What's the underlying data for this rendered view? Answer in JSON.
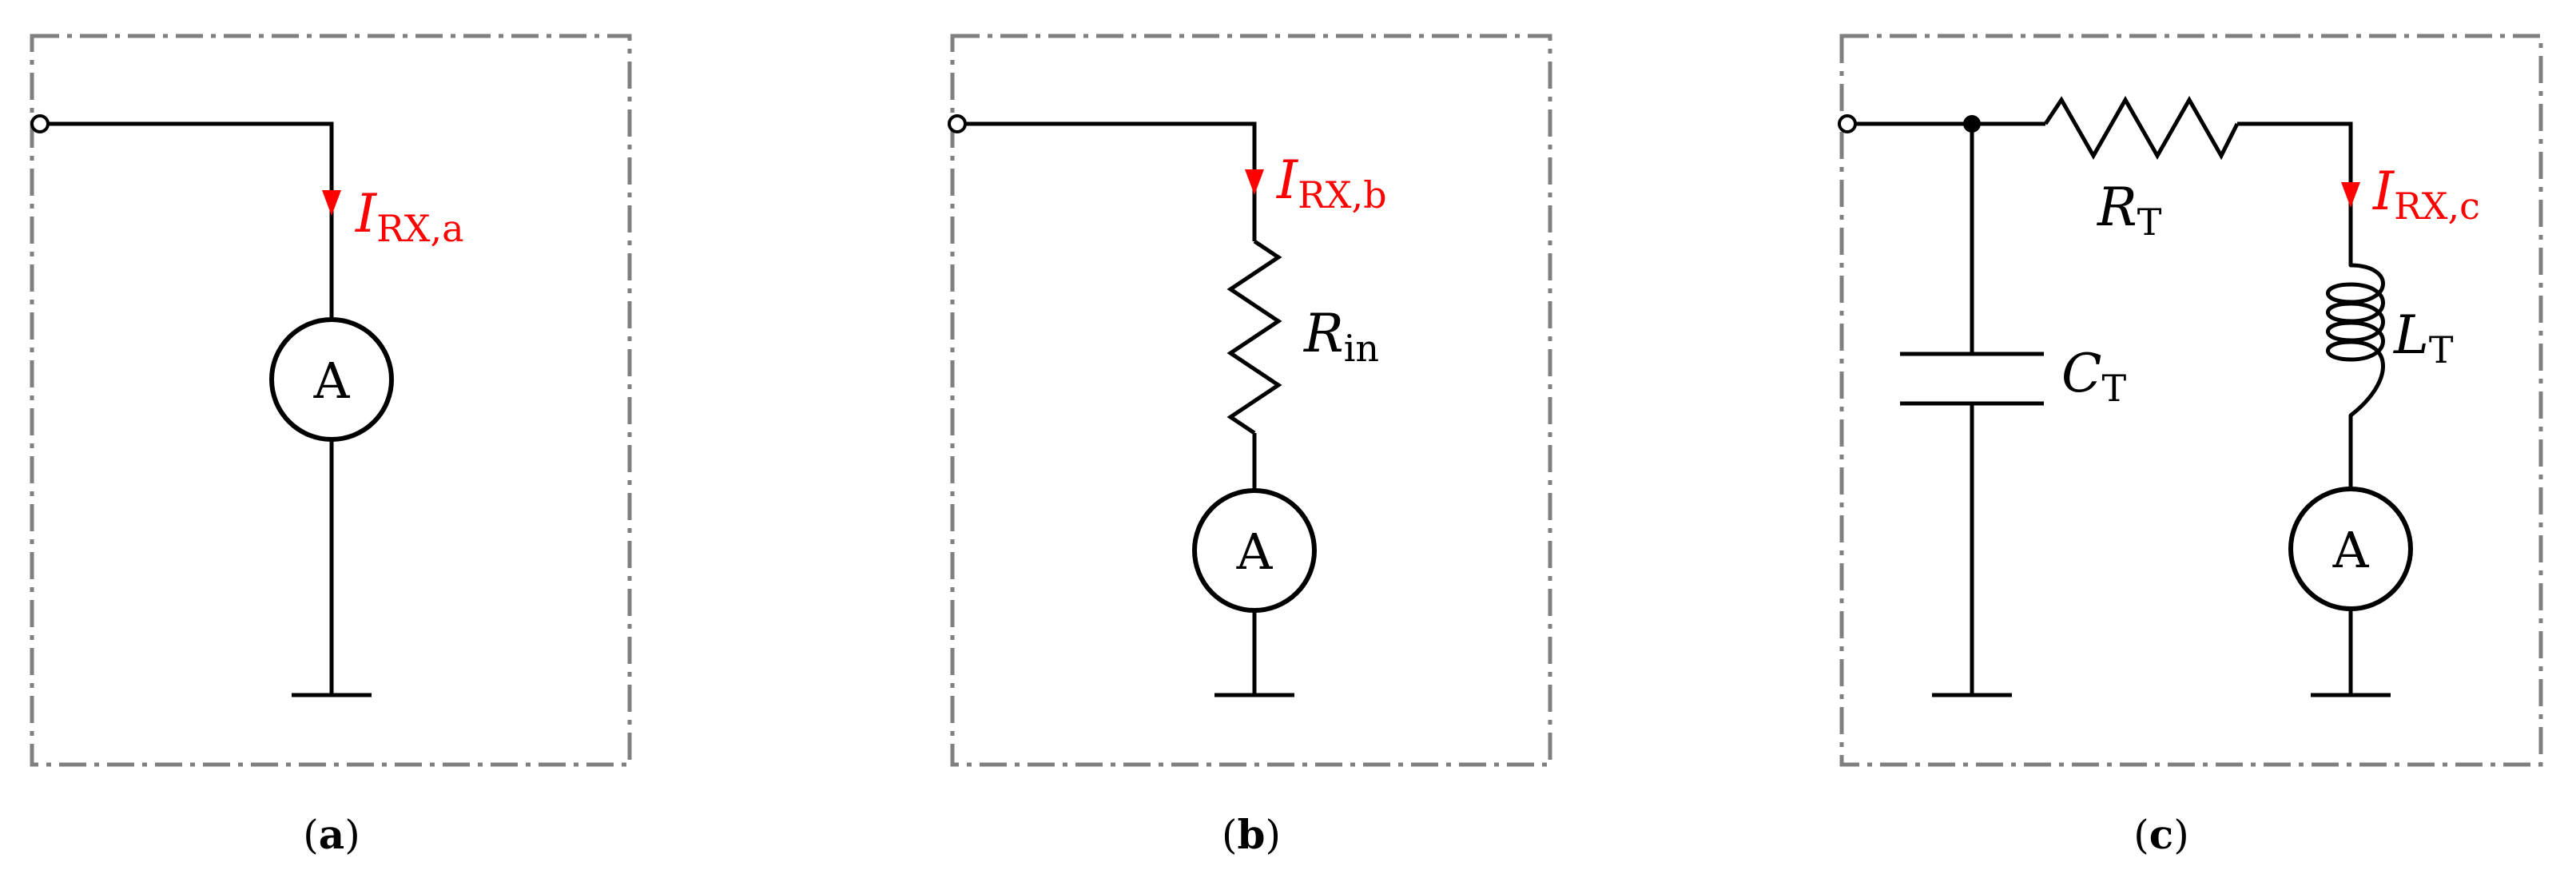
{
  "panels": [
    {
      "id": "a",
      "caption_open": "(",
      "caption_letter": "a",
      "caption_close": ")",
      "current_symbol": "I",
      "current_subscript": "RX,a",
      "meter_symbol": "A"
    },
    {
      "id": "b",
      "caption_open": "(",
      "caption_letter": "b",
      "caption_close": ")",
      "current_symbol": "I",
      "current_subscript": "RX,b",
      "resistor_symbol": "R",
      "resistor_subscript": "in",
      "meter_symbol": "A"
    },
    {
      "id": "c",
      "caption_open": "(",
      "caption_letter": "c",
      "caption_close": ")",
      "current_symbol": "I",
      "current_subscript": "RX,c",
      "resistor_symbol": "R",
      "resistor_subscript": "T",
      "inductor_symbol": "L",
      "inductor_subscript": "T",
      "capacitor_symbol": "C",
      "capacitor_subscript": "T",
      "meter_symbol": "A"
    }
  ],
  "colors": {
    "current_label": "#ff0000",
    "frame": "#808080",
    "wire": "#000000"
  }
}
